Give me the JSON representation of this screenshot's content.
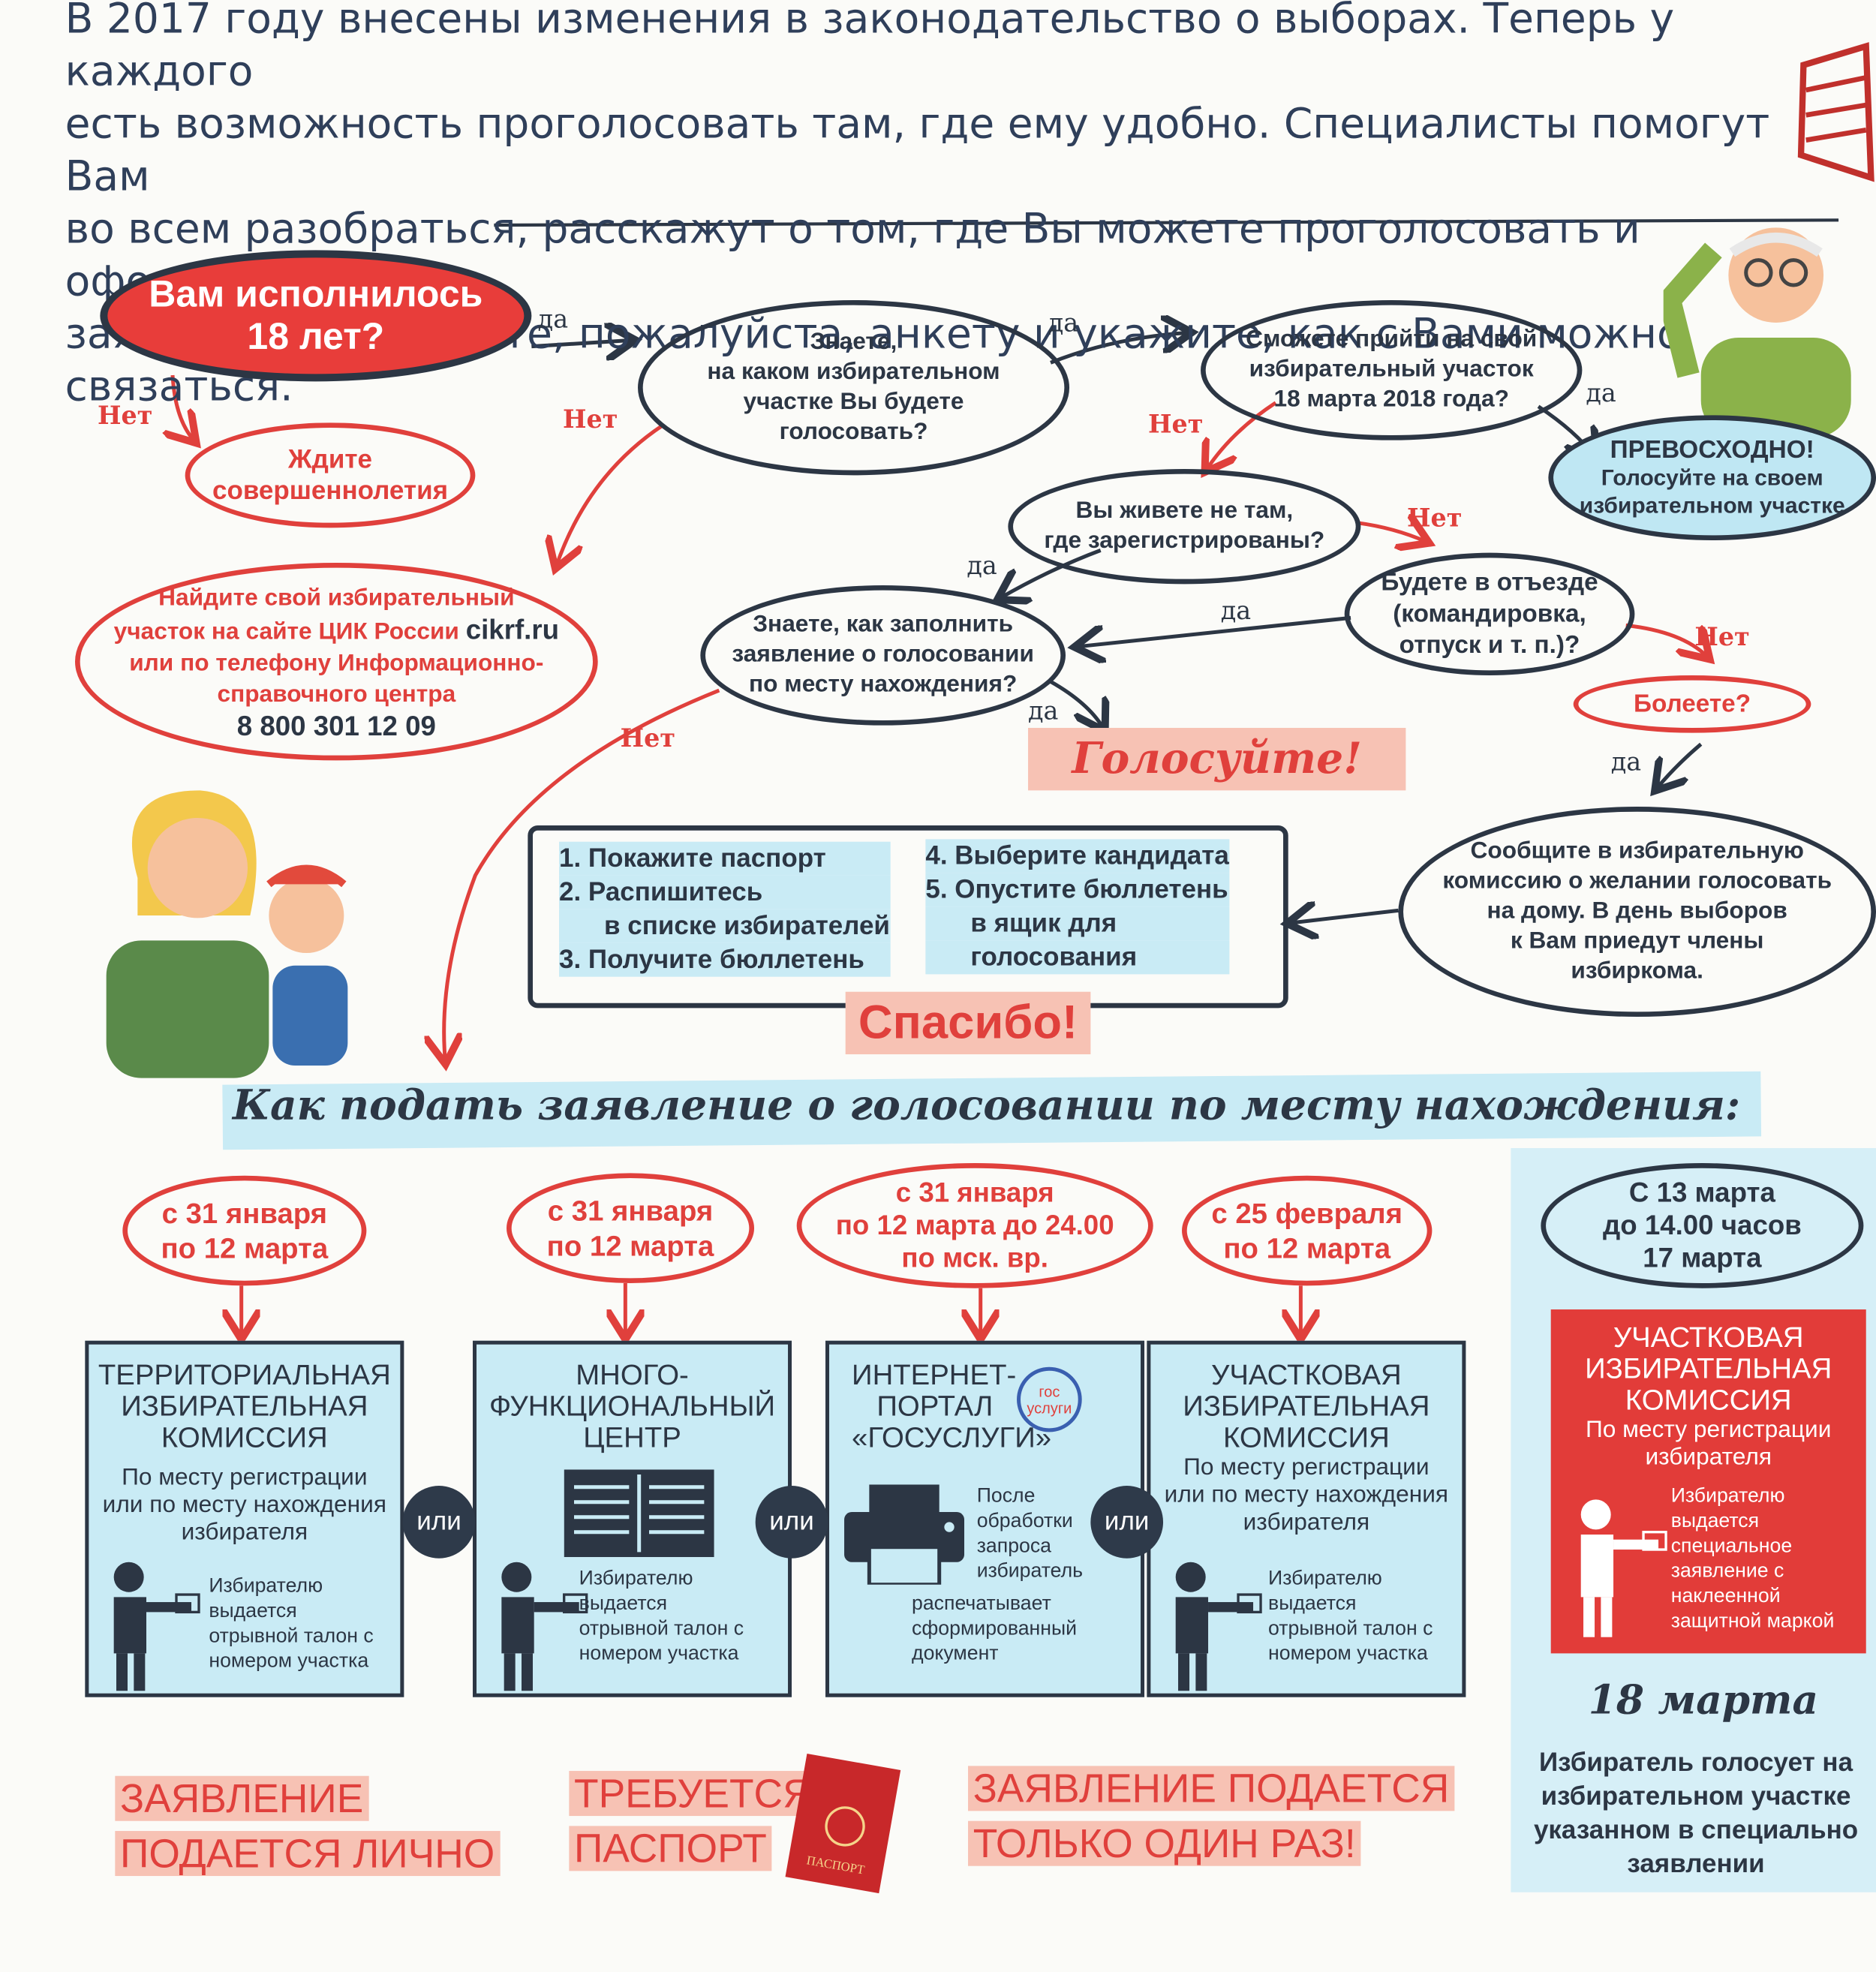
{
  "intro": {
    "lines": [
      "В 2017 году внесены изменения в законодательство о выборах. Теперь у каждого",
      "есть возможность проголосовать там, где ему удобно. Специалисты помогут Вам",
      "во всем разобраться, расскажут о том, где Вы можете проголосовать и оформить",
      "заявление. Заполните, пожалуйста, анкету и укажите, как с Вами можно связаться."
    ]
  },
  "flow": {
    "q18": [
      "Вам исполнилось",
      "18 лет?"
    ],
    "wait": [
      "Ждите",
      "совершеннолетия"
    ],
    "know_station": [
      "Знаете,",
      "на каком избирательном",
      "участке Вы будете",
      "голосовать?"
    ],
    "find_station": [
      "Найдите свой избирательный",
      "участок на сайте ЦИК России",
      "или по телефону Информационно-",
      "справочного центра",
      "8 800 301 12 09"
    ],
    "find_site": "cikrf.ru",
    "can_come": [
      "Сможете прийти на свой",
      "избирательный участок",
      "18 марта 2018 года?"
    ],
    "excellent": [
      "ПРЕВОСХОДНО!",
      "Голосуйте на своем",
      "избирательном участке"
    ],
    "live_elsewhere": [
      "Вы живете не там,",
      "где зарегистрированы?"
    ],
    "away": [
      "Будете в отъезде",
      "(командировка,",
      "отпуск и т. п.)?"
    ],
    "know_fill": [
      "Знаете, как заполнить",
      "заявление о голосовании",
      "по месту нахождения?"
    ],
    "ill": "Болеете?",
    "home_vote": [
      "Сообщите в избирательную",
      "комиссию о желании голосовать",
      "на дому. В день выборов",
      "к Вам приедут члены",
      "избиркома."
    ],
    "vote": "Голосуйте!",
    "thanks": "Спасибо!",
    "yes": "да",
    "no": "Нет",
    "steps_left": [
      "1. Покажите паспорт",
      "2. Распишитесь",
      "в списке избирателей",
      "3. Получите бюллетень"
    ],
    "steps_right": [
      "4. Выберите кандидата",
      "5. Опустите бюллетень",
      "в ящик для",
      "голосования"
    ]
  },
  "howto": {
    "title": "Как подать заявление о голосовании по месту нахождения:",
    "or": "или",
    "dates": [
      [
        "с 31 января",
        "по 12 марта"
      ],
      [
        "с 31 января",
        "по 12 марта"
      ],
      [
        "с 31 января",
        "по 12 марта до 24.00",
        "по мск. вр."
      ],
      [
        "с 25 февраля",
        "по 12 марта"
      ],
      [
        "С 13 марта",
        "до 14.00 часов",
        "17 марта"
      ]
    ],
    "cards": [
      {
        "title": [
          "ТЕРРИТОРИАЛЬНАЯ",
          "ИЗБИРАТЕЛЬНАЯ",
          "КОМИССИЯ"
        ],
        "sub": [
          "По месту регистрации",
          "или по месту нахождения",
          "избирателя"
        ],
        "note": [
          "Избирателю",
          "выдается",
          "отрывной талон с",
          "номером участка"
        ]
      },
      {
        "title": [
          "МНОГО-",
          "ФУНКЦИОНАЛЬНЫЙ",
          "ЦЕНТР"
        ],
        "sub": [],
        "note": [
          "Избирателю",
          "выдается",
          "отрывной талон с",
          "номером участка"
        ]
      },
      {
        "title": [
          "ИНТЕРНЕТ-",
          "ПОРТАЛ",
          "«ГОСУСЛУГИ»"
        ],
        "sub": [],
        "note": [
          "После",
          "обработки",
          "запроса",
          "избиратель",
          "распечатывает",
          "сформированный",
          "документ"
        ]
      },
      {
        "title": [
          "УЧАСТКОВАЯ",
          "ИЗБИРАТЕЛЬНАЯ",
          "КОМИССИЯ"
        ],
        "sub": [
          "По месту регистрации",
          "или по месту нахождения",
          "избирателя"
        ],
        "note": [
          "Избирателю",
          "выдается",
          "отрывной талон с",
          "номером участка"
        ]
      },
      {
        "title": [
          "УЧАСТКОВАЯ",
          "ИЗБИРАТЕЛЬНАЯ",
          "КОМИССИЯ"
        ],
        "sub": [
          "По месту регистрации",
          "избирателя"
        ],
        "note": [
          "Избирателю",
          "выдается",
          "специальное",
          "заявление с",
          "наклеенной",
          "защитной маркой"
        ]
      }
    ],
    "gos_logo": [
      "гос",
      "услуги"
    ],
    "passport_label": "ПАСПОРТ",
    "march18": "18 марта",
    "march18_text": [
      "Избиратель голосует на",
      "избирательном участке",
      "указанном в специально",
      "заявлении"
    ],
    "warnings": [
      [
        "ЗАЯВЛЕНИЕ",
        "ПОДАЕТСЯ ЛИЧНО"
      ],
      [
        "ТРЕБУЕТСЯ",
        "ПАСПОРТ"
      ],
      [
        "ЗАЯВЛЕНИЕ ПОДАЕТСЯ",
        "ТОЛЬКО ОДИН РАЗ!"
      ]
    ]
  },
  "colors": {
    "red": "#e0403c",
    "dark": "#2c3644",
    "light_blue": "#c9ebf5",
    "salmon": "#f7c2b4"
  }
}
